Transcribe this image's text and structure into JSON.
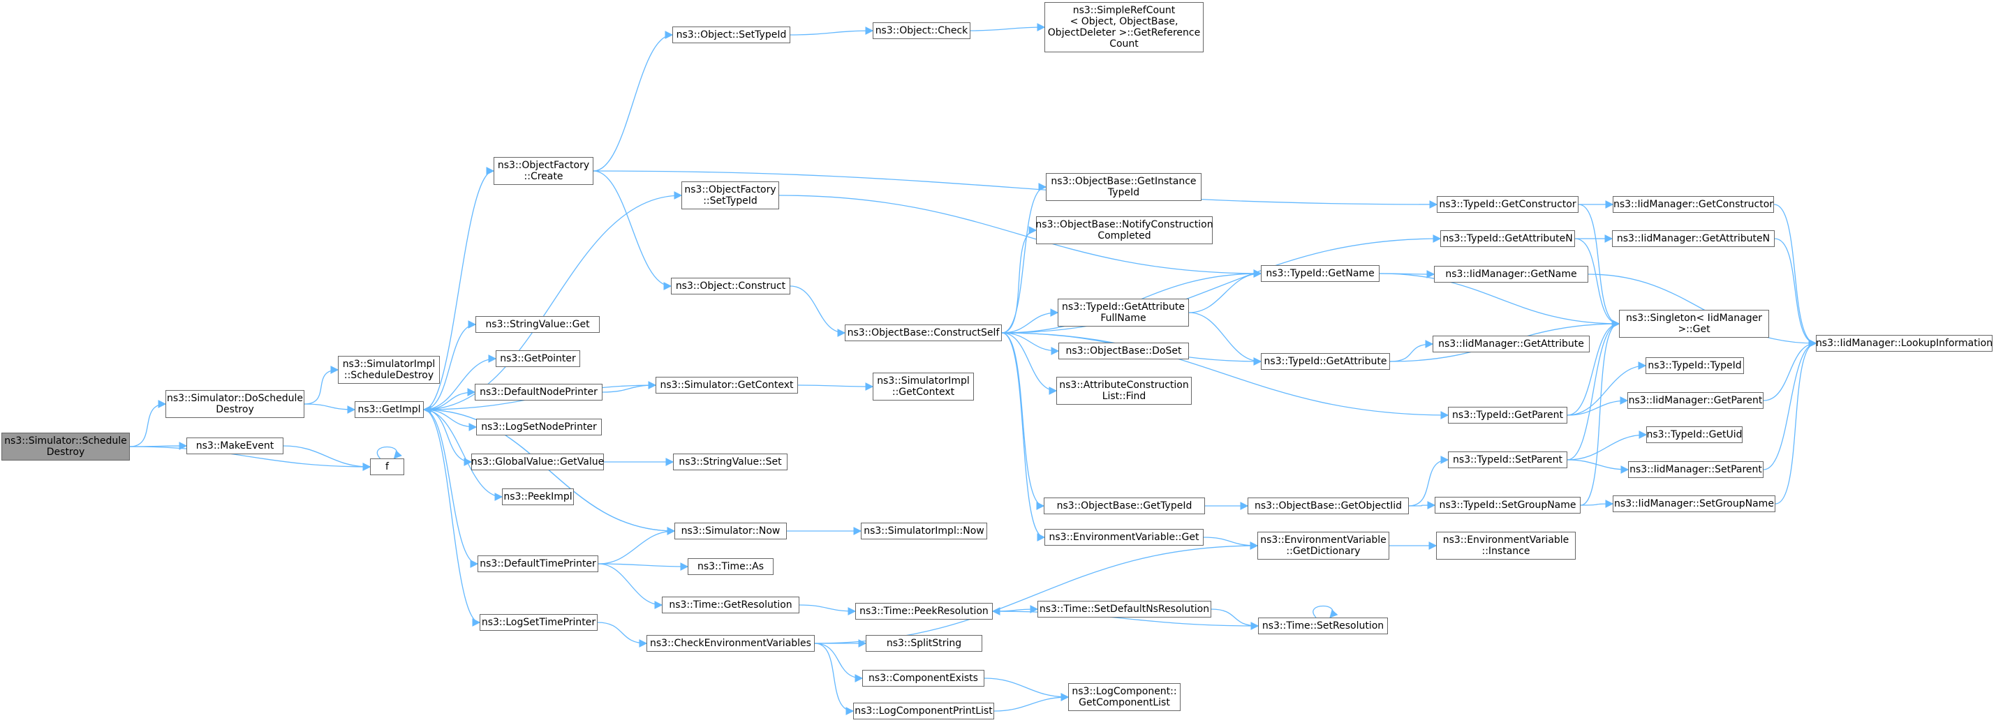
{
  "colors": {
    "edge": "#63b8ff",
    "node_border": "#666666",
    "node_fill": "#ffffff",
    "root_fill": "#999999"
  },
  "diagram": {
    "nodes": [
      {
        "id": "sched_destroy",
        "label": "ns3::Simulator::Schedule\nDestroy",
        "root": true
      },
      {
        "id": "do_sched_destroy",
        "label": "ns3::Simulator::DoSchedule\nDestroy"
      },
      {
        "id": "make_event",
        "label": "ns3::MakeEvent"
      },
      {
        "id": "f",
        "label": "f"
      },
      {
        "id": "simimpl_sched_destroy",
        "label": "ns3::SimulatorImpl\n::ScheduleDestroy"
      },
      {
        "id": "get_impl",
        "label": "ns3::GetImpl"
      },
      {
        "id": "objfactory_create",
        "label": "ns3::ObjectFactory\n::Create"
      },
      {
        "id": "objfactory_settypeid",
        "label": "ns3::ObjectFactory\n::SetTypeId"
      },
      {
        "id": "stringvalue_get",
        "label": "ns3::StringValue::Get"
      },
      {
        "id": "get_pointer",
        "label": "ns3::GetPointer"
      },
      {
        "id": "default_node_printer",
        "label": "ns3::DefaultNodePrinter"
      },
      {
        "id": "log_set_node_printer",
        "label": "ns3::LogSetNodePrinter"
      },
      {
        "id": "globalvalue_getvalue",
        "label": "ns3::GlobalValue::GetValue"
      },
      {
        "id": "peek_impl",
        "label": "ns3::PeekImpl"
      },
      {
        "id": "default_time_printer",
        "label": "ns3::DefaultTimePrinter"
      },
      {
        "id": "log_set_time_printer",
        "label": "ns3::LogSetTimePrinter"
      },
      {
        "id": "object_settypeid",
        "label": "ns3::Object::SetTypeId"
      },
      {
        "id": "object_construct",
        "label": "ns3::Object::Construct"
      },
      {
        "id": "sim_get_context",
        "label": "ns3::Simulator::GetContext"
      },
      {
        "id": "stringvalue_set",
        "label": "ns3::StringValue::Set"
      },
      {
        "id": "sim_now",
        "label": "ns3::Simulator::Now"
      },
      {
        "id": "time_as",
        "label": "ns3::Time::As"
      },
      {
        "id": "time_get_resolution",
        "label": "ns3::Time::GetResolution"
      },
      {
        "id": "check_env_vars",
        "label": "ns3::CheckEnvironmentVariables"
      },
      {
        "id": "object_check",
        "label": "ns3::Object::Check"
      },
      {
        "id": "simimpl_get_context",
        "label": "ns3::SimulatorImpl\n::GetContext"
      },
      {
        "id": "simimpl_now",
        "label": "ns3::SimulatorImpl::Now"
      },
      {
        "id": "time_peek_resolution",
        "label": "ns3::Time::PeekResolution"
      },
      {
        "id": "split_string",
        "label": "ns3::SplitString"
      },
      {
        "id": "component_exists",
        "label": "ns3::ComponentExists"
      },
      {
        "id": "log_component_print_list",
        "label": "ns3::LogComponentPrintList"
      },
      {
        "id": "simplerefcount",
        "label": "ns3::SimpleRefCount\n< Object, ObjectBase,\n ObjectDeleter >::GetReference\nCount"
      },
      {
        "id": "objbase_get_instance_typeid",
        "label": "ns3::ObjectBase::GetInstance\nTypeId"
      },
      {
        "id": "objbase_notify",
        "label": "ns3::ObjectBase::NotifyConstruction\nCompleted"
      },
      {
        "id": "objbase_construct_self",
        "label": "ns3::ObjectBase::ConstructSelf"
      },
      {
        "id": "typeid_get_attr_fullname",
        "label": "ns3::TypeId::GetAttribute\nFullName"
      },
      {
        "id": "objbase_doset",
        "label": "ns3::ObjectBase::DoSet"
      },
      {
        "id": "attr_construction_list_find",
        "label": "ns3::AttributeConstruction\nList::Find"
      },
      {
        "id": "objbase_get_typeid",
        "label": "ns3::ObjectBase::GetTypeId"
      },
      {
        "id": "env_var_get",
        "label": "ns3::EnvironmentVariable::Get"
      },
      {
        "id": "time_set_default_ns_res",
        "label": "ns3::Time::SetDefaultNsResolution"
      },
      {
        "id": "logcomponent_get_list",
        "label": "ns3::LogComponent::\nGetComponentList"
      },
      {
        "id": "typeid_get_name",
        "label": "ns3::TypeId::GetName"
      },
      {
        "id": "typeid_get_attribute",
        "label": "ns3::TypeId::GetAttribute"
      },
      {
        "id": "objbase_get_objectiid",
        "label": "ns3::ObjectBase::GetObjectIid"
      },
      {
        "id": "env_var_get_dictionary",
        "label": "ns3::EnvironmentVariable\n::GetDictionary"
      },
      {
        "id": "time_set_resolution",
        "label": "ns3::Time::SetResolution"
      },
      {
        "id": "typeid_get_constructor",
        "label": "ns3::TypeId::GetConstructor"
      },
      {
        "id": "typeid_get_attribute_n",
        "label": "ns3::TypeId::GetAttributeN"
      },
      {
        "id": "iid_get_name",
        "label": "ns3::IidManager::GetName"
      },
      {
        "id": "iid_get_attribute",
        "label": "ns3::IidManager::GetAttribute"
      },
      {
        "id": "typeid_get_parent",
        "label": "ns3::TypeId::GetParent"
      },
      {
        "id": "typeid_set_parent",
        "label": "ns3::TypeId::SetParent"
      },
      {
        "id": "typeid_set_group_name",
        "label": "ns3::TypeId::SetGroupName"
      },
      {
        "id": "env_var_instance",
        "label": "ns3::EnvironmentVariable\n::Instance"
      },
      {
        "id": "iid_get_constructor",
        "label": "ns3::IidManager::GetConstructor"
      },
      {
        "id": "iid_get_attribute_n",
        "label": "ns3::IidManager::GetAttributeN"
      },
      {
        "id": "singleton_get",
        "label": "ns3::Singleton< IidManager\n >::Get"
      },
      {
        "id": "typeid_typeid",
        "label": "ns3::TypeId::TypeId"
      },
      {
        "id": "iid_get_parent",
        "label": "ns3::IidManager::GetParent"
      },
      {
        "id": "typeid_get_uid",
        "label": "ns3::TypeId::GetUid"
      },
      {
        "id": "iid_set_parent",
        "label": "ns3::IidManager::SetParent"
      },
      {
        "id": "iid_set_group_name",
        "label": "ns3::IidManager::SetGroupName"
      },
      {
        "id": "iid_lookup_information",
        "label": "ns3::IidManager::LookupInformation"
      }
    ],
    "edges": [
      [
        "sched_destroy",
        "do_sched_destroy"
      ],
      [
        "sched_destroy",
        "make_event"
      ],
      [
        "sched_destroy",
        "f"
      ],
      [
        "make_event",
        "f"
      ],
      [
        "f",
        "f"
      ],
      [
        "do_sched_destroy",
        "simimpl_sched_destroy"
      ],
      [
        "do_sched_destroy",
        "get_impl"
      ],
      [
        "get_impl",
        "objfactory_create"
      ],
      [
        "get_impl",
        "objfactory_settypeid"
      ],
      [
        "get_impl",
        "stringvalue_get"
      ],
      [
        "get_impl",
        "get_pointer"
      ],
      [
        "get_impl",
        "default_node_printer"
      ],
      [
        "get_impl",
        "log_set_node_printer"
      ],
      [
        "get_impl",
        "globalvalue_getvalue"
      ],
      [
        "get_impl",
        "peek_impl"
      ],
      [
        "get_impl",
        "sim_now"
      ],
      [
        "get_impl",
        "default_time_printer"
      ],
      [
        "get_impl",
        "log_set_time_printer"
      ],
      [
        "default_node_printer",
        "sim_get_context"
      ],
      [
        "sim_get_context",
        "get_impl"
      ],
      [
        "sim_get_context",
        "simimpl_get_context"
      ],
      [
        "globalvalue_getvalue",
        "stringvalue_set"
      ],
      [
        "sim_now",
        "get_impl"
      ],
      [
        "sim_now",
        "simimpl_now"
      ],
      [
        "default_time_printer",
        "sim_now"
      ],
      [
        "default_time_printer",
        "time_as"
      ],
      [
        "default_time_printer",
        "time_get_resolution"
      ],
      [
        "time_get_resolution",
        "time_peek_resolution"
      ],
      [
        "log_set_time_printer",
        "check_env_vars"
      ],
      [
        "check_env_vars",
        "env_var_get_dictionary"
      ],
      [
        "check_env_vars",
        "split_string"
      ],
      [
        "check_env_vars",
        "component_exists"
      ],
      [
        "check_env_vars",
        "log_component_print_list"
      ],
      [
        "component_exists",
        "logcomponent_get_list"
      ],
      [
        "log_component_print_list",
        "logcomponent_get_list"
      ],
      [
        "objfactory_create",
        "object_settypeid"
      ],
      [
        "objfactory_create",
        "object_construct"
      ],
      [
        "objfactory_create",
        "typeid_get_constructor"
      ],
      [
        "object_settypeid",
        "object_check"
      ],
      [
        "object_check",
        "simplerefcount"
      ],
      [
        "objfactory_settypeid",
        "typeid_get_name"
      ],
      [
        "object_construct",
        "objbase_construct_self"
      ],
      [
        "objbase_construct_self",
        "objbase_get_instance_typeid"
      ],
      [
        "objbase_construct_self",
        "objbase_notify"
      ],
      [
        "objbase_construct_self",
        "typeid_get_attr_fullname"
      ],
      [
        "objbase_construct_self",
        "objbase_doset"
      ],
      [
        "objbase_construct_self",
        "attr_construction_list_find"
      ],
      [
        "objbase_construct_self",
        "objbase_get_typeid"
      ],
      [
        "objbase_construct_self",
        "env_var_get"
      ],
      [
        "objbase_construct_self",
        "typeid_get_name"
      ],
      [
        "objbase_construct_self",
        "typeid_get_attribute"
      ],
      [
        "objbase_construct_self",
        "typeid_get_attribute_n"
      ],
      [
        "objbase_construct_self",
        "typeid_get_parent"
      ],
      [
        "objbase_get_typeid",
        "objbase_get_objectiid"
      ],
      [
        "objbase_get_objectiid",
        "typeid_set_parent"
      ],
      [
        "objbase_get_objectiid",
        "typeid_set_group_name"
      ],
      [
        "env_var_get",
        "env_var_get_dictionary"
      ],
      [
        "env_var_get_dictionary",
        "env_var_instance"
      ],
      [
        "typeid_get_attr_fullname",
        "typeid_get_name"
      ],
      [
        "typeid_get_attr_fullname",
        "typeid_get_attribute"
      ],
      [
        "typeid_get_name",
        "iid_get_name"
      ],
      [
        "typeid_get_name",
        "singleton_get"
      ],
      [
        "typeid_get_attribute",
        "iid_get_attribute"
      ],
      [
        "typeid_get_attribute",
        "singleton_get"
      ],
      [
        "typeid_get_constructor",
        "iid_get_constructor"
      ],
      [
        "typeid_get_constructor",
        "singleton_get"
      ],
      [
        "typeid_get_attribute_n",
        "iid_get_attribute_n"
      ],
      [
        "typeid_get_attribute_n",
        "singleton_get"
      ],
      [
        "typeid_get_parent",
        "typeid_typeid"
      ],
      [
        "typeid_get_parent",
        "iid_get_parent"
      ],
      [
        "typeid_get_parent",
        "singleton_get"
      ],
      [
        "typeid_set_parent",
        "typeid_get_uid"
      ],
      [
        "typeid_set_parent",
        "iid_set_parent"
      ],
      [
        "typeid_set_parent",
        "singleton_get"
      ],
      [
        "typeid_set_group_name",
        "iid_set_group_name"
      ],
      [
        "typeid_set_group_name",
        "singleton_get"
      ],
      [
        "iid_get_constructor",
        "iid_lookup_information"
      ],
      [
        "iid_get_attribute_n",
        "iid_lookup_information"
      ],
      [
        "iid_get_name",
        "iid_lookup_information"
      ],
      [
        "iid_get_parent",
        "iid_lookup_information"
      ],
      [
        "iid_set_parent",
        "iid_lookup_information"
      ],
      [
        "iid_set_group_name",
        "iid_lookup_information"
      ],
      [
        "time_peek_resolution",
        "time_set_default_ns_res"
      ],
      [
        "time_set_default_ns_res",
        "time_set_resolution"
      ],
      [
        "time_set_resolution",
        "time_peek_resolution"
      ],
      [
        "time_set_resolution",
        "time_set_resolution"
      ]
    ]
  }
}
